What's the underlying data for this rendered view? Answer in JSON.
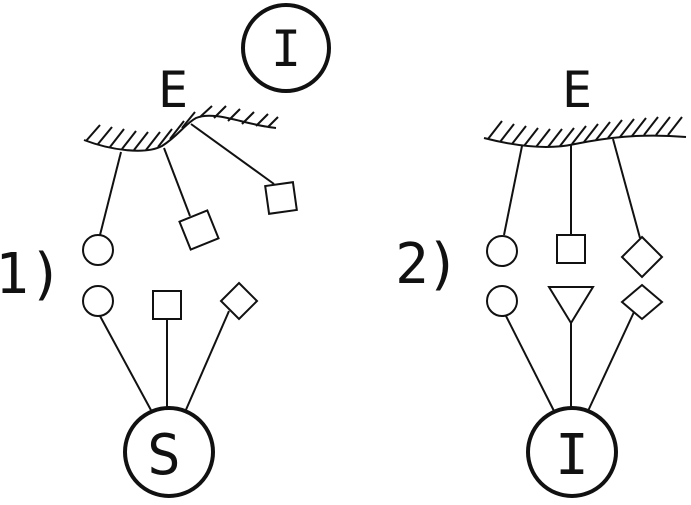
{
  "figure": {
    "top_circle_label": "I",
    "panel1": {
      "number": "1",
      "paren": ")",
      "surface_label": "E",
      "bottom_circle_label": "S"
    },
    "panel2": {
      "number": "2",
      "paren": ")",
      "surface_label": "E",
      "bottom_circle_label": "I"
    }
  }
}
